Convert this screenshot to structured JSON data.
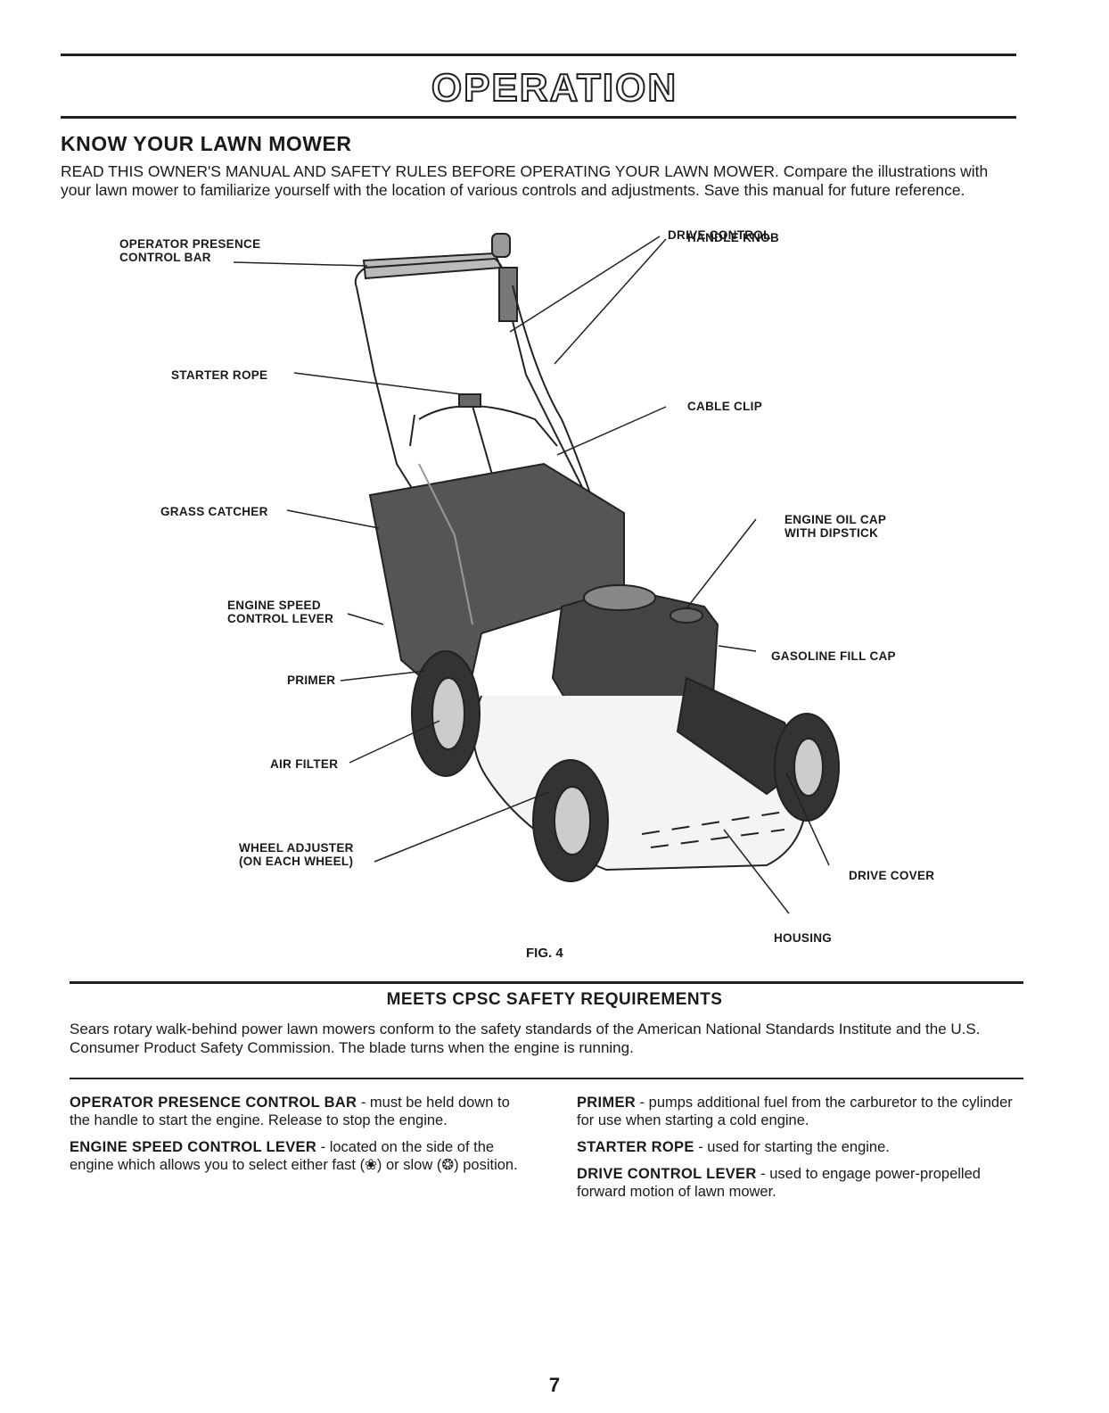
{
  "header": {
    "title": "OPERATION"
  },
  "section": {
    "heading": "KNOW YOUR LAWN MOWER",
    "intro": "READ THIS OWNER'S MANUAL AND SAFETY RULES BEFORE OPERATING YOUR LAWN MOWER. Compare the illustrations with your lawn mower to familiarize yourself with the location of various controls and adjustments. Save this manual for future reference."
  },
  "figure": {
    "caption": "FIG. 4",
    "callouts": {
      "operator_presence": "OPERATOR PRESENCE\nCONTROL BAR",
      "starter_rope": "STARTER ROPE",
      "grass_catcher": "GRASS CATCHER",
      "engine_speed": "ENGINE SPEED\nCONTROL LEVER",
      "primer": "PRIMER",
      "air_filter": "AIR FILTER",
      "wheel_adjuster": "WHEEL ADJUSTER\n(ON EACH WHEEL)",
      "drive_control": "DRIVE CONTROL",
      "handle_knob": "HANDLE KNOB",
      "cable_clip": "CABLE CLIP",
      "engine_oil_cap": "ENGINE OIL CAP\nWITH DIPSTICK",
      "gasoline_fill_cap": "GASOLINE FILL CAP",
      "drive_cover": "DRIVE COVER",
      "housing": "HOUSING"
    }
  },
  "cpsc": {
    "heading": "MEETS CPSC SAFETY REQUIREMENTS",
    "body": "Sears rotary walk-behind power lawn mowers conform to the safety standards of the American National Standards Institute and the U.S. Consumer Product Safety Commission. The blade turns when the engine is running."
  },
  "terms": {
    "left": [
      {
        "term": "OPERATOR PRESENCE CONTROL BAR",
        "desc": " - must be held down to the handle to start the engine. Release to stop the engine."
      },
      {
        "term": "ENGINE SPEED CONTROL LEVER",
        "desc": " - located on the side of the engine which allows you to select either fast (❀) or slow (❂) position."
      }
    ],
    "right": [
      {
        "term": "PRIMER",
        "desc": " - pumps additional fuel from the carburetor to the cylinder for use when starting a cold engine."
      },
      {
        "term": "STARTER ROPE",
        "desc": " - used for starting the engine."
      },
      {
        "term": "DRIVE CONTROL LEVER",
        "desc": " - used to engage power-propelled forward motion of lawn mower."
      }
    ]
  },
  "footer": {
    "page_number": "7"
  }
}
